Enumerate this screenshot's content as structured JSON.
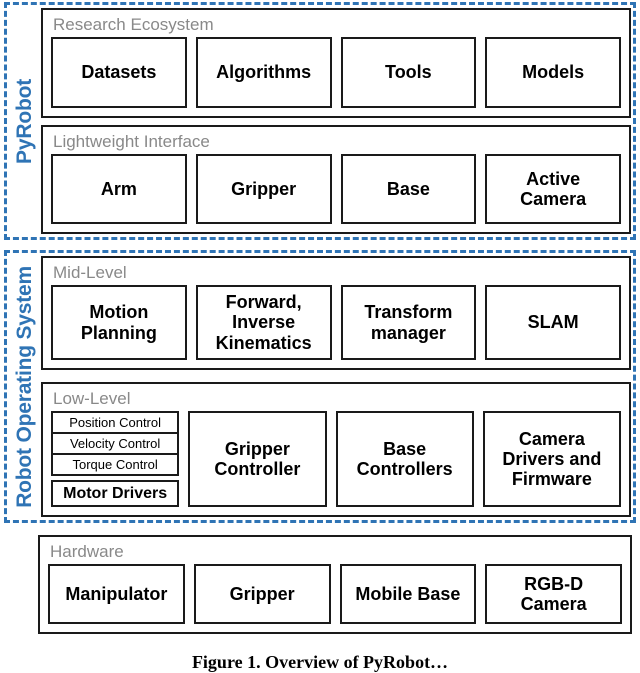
{
  "figure": {
    "caption": "Figure 1.  Overview of PyRobot…",
    "accent_color": "#2f74b5",
    "panel_title_color": "#898989",
    "box_border_color": "#1a1a1a"
  },
  "groups": [
    {
      "id": "pyrobot",
      "side_label": "PyRobot",
      "panels": [
        {
          "id": "research",
          "title": "Research Ecosystem",
          "boxes": [
            {
              "label": "Datasets"
            },
            {
              "label": "Algorithms"
            },
            {
              "label": "Tools"
            },
            {
              "label": "Models"
            }
          ]
        },
        {
          "id": "interface",
          "title": "Lightweight Interface",
          "boxes": [
            {
              "label": "Arm"
            },
            {
              "label": "Gripper"
            },
            {
              "label": "Base"
            },
            {
              "label": "Active\nCamera"
            }
          ]
        }
      ]
    },
    {
      "id": "ros",
      "side_label": "Robot Operating System",
      "panels": [
        {
          "id": "midlevel",
          "title": "Mid-Level",
          "boxes": [
            {
              "label": "Motion\nPlanning"
            },
            {
              "label": "Forward,\nInverse\nKinematics"
            },
            {
              "label": "Transform\nmanager"
            },
            {
              "label": "SLAM"
            }
          ]
        },
        {
          "id": "lowlevel",
          "title": "Low-Level",
          "control_stack": {
            "items": [
              "Position Control",
              "Velocity Control",
              "Torque Control"
            ],
            "motor": "Motor Drivers"
          },
          "boxes": [
            {
              "label": "Gripper\nController"
            },
            {
              "label": "Base\nControllers"
            },
            {
              "label": "Camera\nDrivers and\nFirmware"
            }
          ]
        }
      ]
    }
  ],
  "hardware": {
    "id": "hardware",
    "title": "Hardware",
    "boxes": [
      {
        "label": "Manipulator"
      },
      {
        "label": "Gripper"
      },
      {
        "label": "Mobile Base"
      },
      {
        "label": "RGB-D\nCamera"
      }
    ]
  }
}
